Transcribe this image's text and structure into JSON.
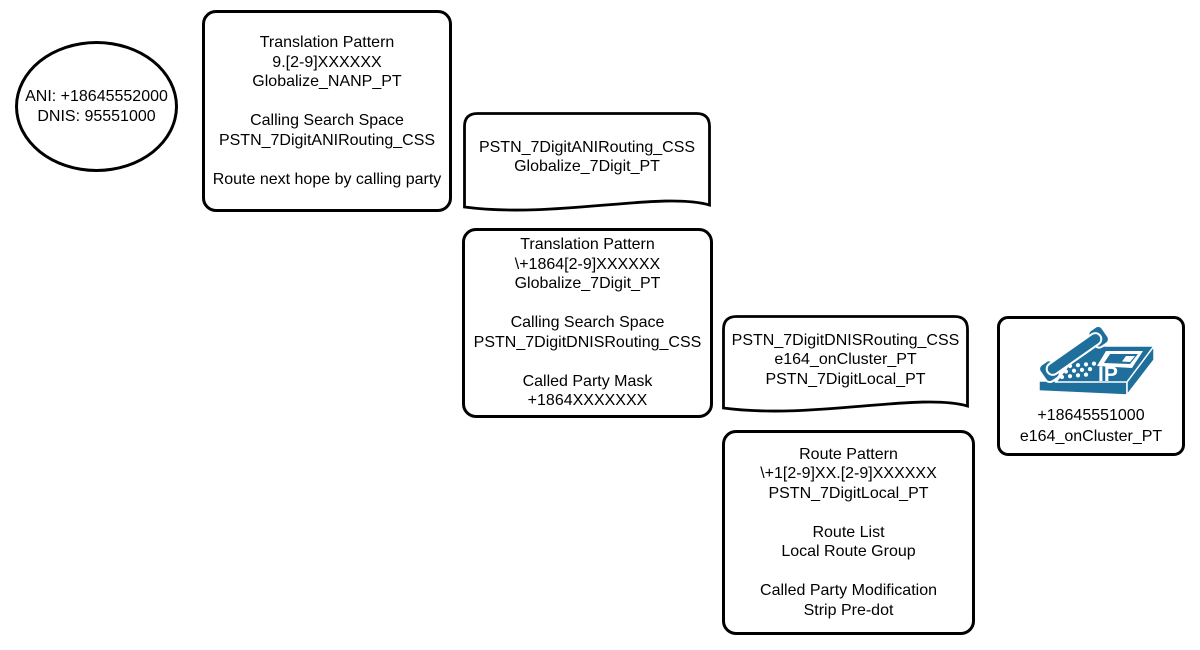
{
  "colors": {
    "background": "#ffffff",
    "shape_fill": "#ffffff",
    "shape_border": "#000000",
    "phone_icon": "#1E6F9C"
  },
  "nodes": {
    "caller": {
      "shape": "ellipse",
      "lines": [
        "ANI: +18645552000",
        "DNIS: 95551000"
      ]
    },
    "translation_pattern_nanp": {
      "shape": "rounded-rect",
      "sections": [
        [
          "Translation Pattern",
          "9.[2-9]XXXXXX",
          "Globalize_NANP_PT"
        ],
        [
          "Calling Search Space",
          "PSTN_7DigitANIRouting_CSS"
        ],
        [
          "Route next hope by calling party"
        ]
      ]
    },
    "css_ani_routing": {
      "shape": "document",
      "lines": [
        "PSTN_7DigitANIRouting_CSS",
        "Globalize_7Digit_PT"
      ]
    },
    "translation_pattern_7digit": {
      "shape": "rounded-rect",
      "sections": [
        [
          "Translation Pattern",
          "\\+1864[2-9]XXXXXX",
          "Globalize_7Digit_PT"
        ],
        [
          "Calling Search Space",
          "PSTN_7DigitDNISRouting_CSS"
        ],
        [
          "Called Party Mask",
          "+1864XXXXXXX"
        ]
      ]
    },
    "css_dnis_routing": {
      "shape": "document",
      "lines": [
        "PSTN_7DigitDNISRouting_CSS",
        "e164_onCluster_PT",
        "PSTN_7DigitLocal_PT"
      ]
    },
    "route_pattern": {
      "shape": "rounded-rect",
      "sections": [
        [
          "Route Pattern",
          "\\+1[2-9]XX.[2-9]XXXXXX",
          "PSTN_7DigitLocal_PT"
        ],
        [
          "Route List",
          "Local Route Group"
        ],
        [
          "Called Party Modification",
          "Strip Pre-dot"
        ]
      ]
    },
    "ip_phone": {
      "shape": "phone",
      "icon": "ip-phone-icon",
      "icon_label": "IP",
      "lines": [
        "+18645551000",
        "e164_onCluster_PT"
      ]
    }
  }
}
